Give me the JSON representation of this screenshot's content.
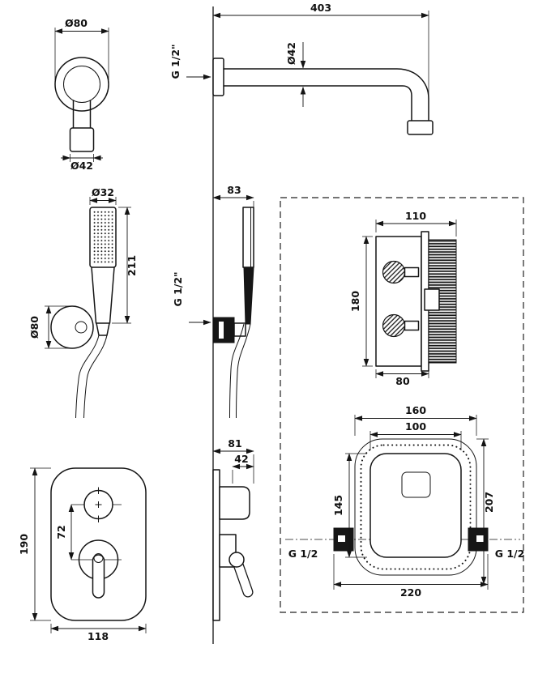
{
  "drawing": {
    "arm_front": {
      "flange_diameter": "Ø80",
      "outlet_diameter": "Ø42"
    },
    "arm_side": {
      "length": "403",
      "pipe_diameter": "Ø42",
      "thread": "G 1/2\""
    },
    "handshower_front": {
      "head_diameter": "Ø32",
      "length": "211",
      "holder_diameter": "Ø80"
    },
    "handshower_side": {
      "wall_offset": "83",
      "thread": "G 1/2\""
    },
    "valve_body": {
      "width": "110",
      "height": "180",
      "depth": "80"
    },
    "template": {
      "cutout_width": "160",
      "plate_width": "100",
      "plate_height": "145",
      "total_height": "207",
      "connection_spacing": "220",
      "thread_left": "G 1/2",
      "thread_right": "G 1/2"
    },
    "trim_front": {
      "height": "190",
      "handle_spacing": "72",
      "width": "118"
    },
    "trim_side": {
      "total_depth": "81",
      "inner_depth": "42"
    }
  }
}
